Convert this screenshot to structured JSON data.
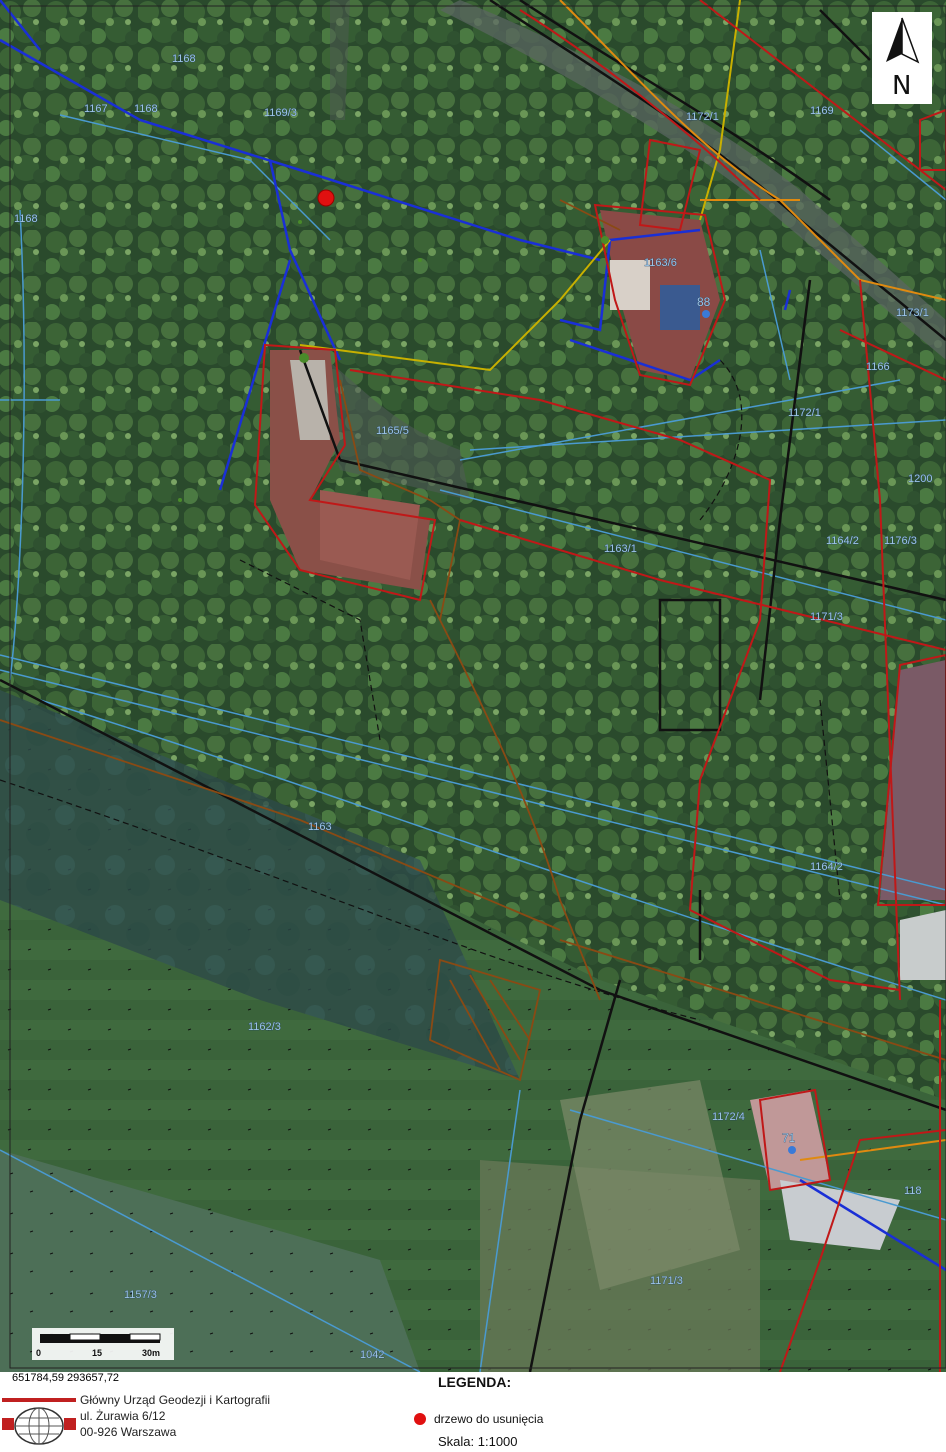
{
  "map": {
    "parcels": [
      {
        "id": "p1",
        "label": "1168"
      },
      {
        "id": "p2",
        "label": "1167"
      },
      {
        "id": "p3",
        "label": "1168"
      },
      {
        "id": "p4",
        "label": "1169/3"
      },
      {
        "id": "p5",
        "label": "1168"
      },
      {
        "id": "p6",
        "label": "1172/1"
      },
      {
        "id": "p7",
        "label": "1169"
      },
      {
        "id": "p8",
        "label": "1163/6"
      },
      {
        "id": "p9",
        "label": "1173/1"
      },
      {
        "id": "p10",
        "label": "1165/5"
      },
      {
        "id": "p11",
        "label": "1166"
      },
      {
        "id": "p12",
        "label": "1172/1"
      },
      {
        "id": "p13",
        "label": "1200"
      },
      {
        "id": "p14",
        "label": "1164/2"
      },
      {
        "id": "p15",
        "label": "1163/1"
      },
      {
        "id": "p16",
        "label": "1171/3"
      },
      {
        "id": "p17",
        "label": "1163"
      },
      {
        "id": "p18",
        "label": "1164/2"
      },
      {
        "id": "p19",
        "label": "1162/3"
      },
      {
        "id": "p20",
        "label": "1172/4"
      },
      {
        "id": "p21",
        "label": "1157/3"
      },
      {
        "id": "p22",
        "label": "1171/3"
      },
      {
        "id": "p23",
        "label": "1042"
      },
      {
        "id": "p24",
        "label": "118"
      },
      {
        "id": "p25",
        "label": "1176/3"
      }
    ],
    "house_numbers": [
      {
        "id": "h1",
        "label": "88"
      },
      {
        "id": "h2",
        "label": "71"
      }
    ],
    "north_label": "N",
    "scale_bar": {
      "ticks": [
        "0",
        "15",
        "30m"
      ]
    },
    "tree_marker": {
      "name": "drzewo do usunięcia",
      "color": "#e01010"
    },
    "colors": {
      "parcel_boundary": "#4a9ad0",
      "building": "#c01818",
      "water_line": "#1a2fd6",
      "gas_line": "#c8b000",
      "sewer_line": "#8a4a14",
      "heat_line": "#e08a10",
      "road_edge": "#111111"
    }
  },
  "footer": {
    "coordinates": "651784,59  293657,72",
    "gugik_lines": [
      "Główny Urząd Geodezji i Kartografii",
      "ul. Żurawia 6/12",
      "00-926 Warszawa"
    ],
    "legend_title": "LEGENDA:",
    "legend_item": "drzewo do usunięcia",
    "scale": "Skala:  1:1000"
  }
}
